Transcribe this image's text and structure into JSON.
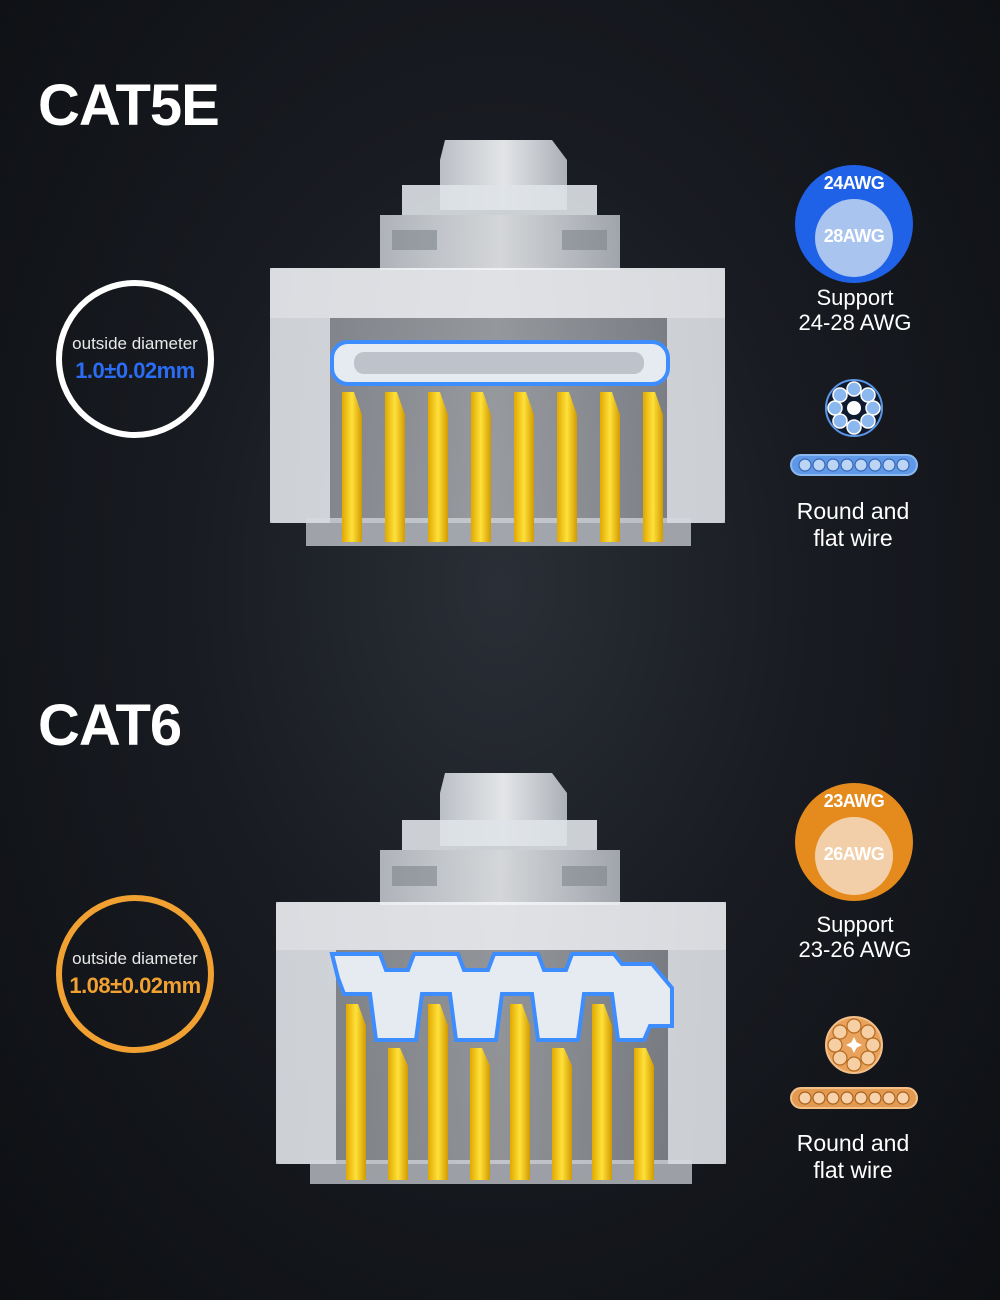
{
  "cat5e": {
    "title": "CAT5E",
    "diameter_label": "outside diameter",
    "diameter_value": "1.0±0.02mm",
    "awg_outer": "24AWG",
    "awg_inner": "28AWG",
    "support_line1": "Support",
    "support_line2": "24-28 AWG",
    "wire_line1": "Round and",
    "wire_line2": "flat wire",
    "accent_color": "#1f62e8"
  },
  "cat6": {
    "title": "CAT6",
    "diameter_label": "outside diameter",
    "diameter_value": "1.08±0.02mm",
    "awg_outer": "23AWG",
    "awg_inner": "26AWG",
    "support_line1": "Support",
    "support_line2": "23-26 AWG",
    "wire_line1": "Round and",
    "wire_line2": "flat wire",
    "accent_color": "#e58b1e"
  },
  "icons": {
    "connector": "rj45-connector-icon",
    "round_wire": "round-wire-icon",
    "flat_wire": "flat-wire-icon"
  }
}
